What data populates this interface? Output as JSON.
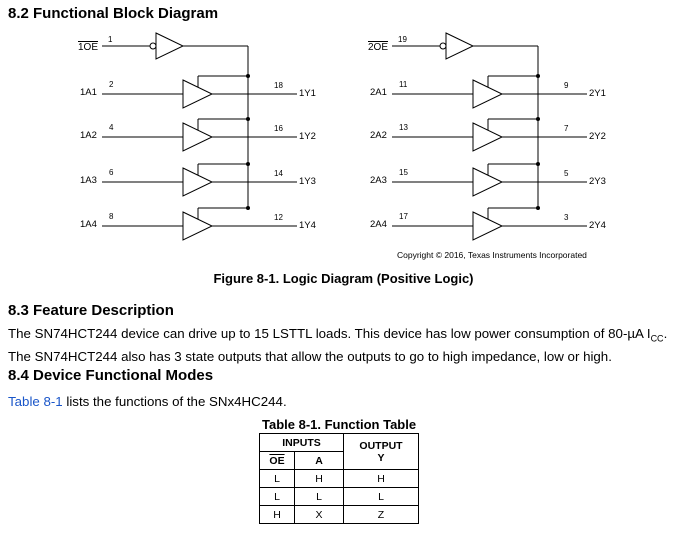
{
  "sections": {
    "block_diagram": "8.2 Functional Block Diagram",
    "feature": "8.3 Feature Description",
    "modes": "8.4 Device Functional Modes"
  },
  "diagram": {
    "left": {
      "oe_label": "1OE",
      "oe_pin": "1",
      "inputs": [
        {
          "label": "1A1",
          "in_pin": "2",
          "out_pin": "18",
          "out_label": "1Y1"
        },
        {
          "label": "1A2",
          "in_pin": "4",
          "out_pin": "16",
          "out_label": "1Y2"
        },
        {
          "label": "1A3",
          "in_pin": "6",
          "out_pin": "14",
          "out_label": "1Y3"
        },
        {
          "label": "1A4",
          "in_pin": "8",
          "out_pin": "12",
          "out_label": "1Y4"
        }
      ]
    },
    "right": {
      "oe_label": "2OE",
      "oe_pin": "19",
      "inputs": [
        {
          "label": "2A1",
          "in_pin": "11",
          "out_pin": "9",
          "out_label": "2Y1"
        },
        {
          "label": "2A2",
          "in_pin": "13",
          "out_pin": "7",
          "out_label": "2Y2"
        },
        {
          "label": "2A3",
          "in_pin": "15",
          "out_pin": "5",
          "out_label": "2Y3"
        },
        {
          "label": "2A4",
          "in_pin": "17",
          "out_pin": "3",
          "out_label": "2Y4"
        }
      ]
    },
    "copyright": "Copyright © 2016, Texas Instruments Incorporated",
    "caption": "Figure 8-1. Logic Diagram (Positive Logic)"
  },
  "feature_text": {
    "line1_pre": "The SN74HCT244 device can drive up to 15 LSTTL loads. This device has low power consumption of 80-µA I",
    "line1_sub": "CC",
    "line1_post": ".",
    "line2": "The SN74HCT244 also has 3 state outputs that allow the outputs to go to high impedance, low or high."
  },
  "modes_text": {
    "link": "Table 8-1",
    "rest": " lists the functions of the SNx4HC244."
  },
  "table": {
    "title": "Table 8-1. Function Table",
    "inputs_header": "INPUTS",
    "output_header": "OUTPUT",
    "output_sub": "Y",
    "col_oe": "OE",
    "col_a": "A",
    "rows": [
      {
        "oe": "L",
        "a": "H",
        "y": "H"
      },
      {
        "oe": "L",
        "a": "L",
        "y": "L"
      },
      {
        "oe": "H",
        "a": "X",
        "y": "Z"
      }
    ]
  }
}
